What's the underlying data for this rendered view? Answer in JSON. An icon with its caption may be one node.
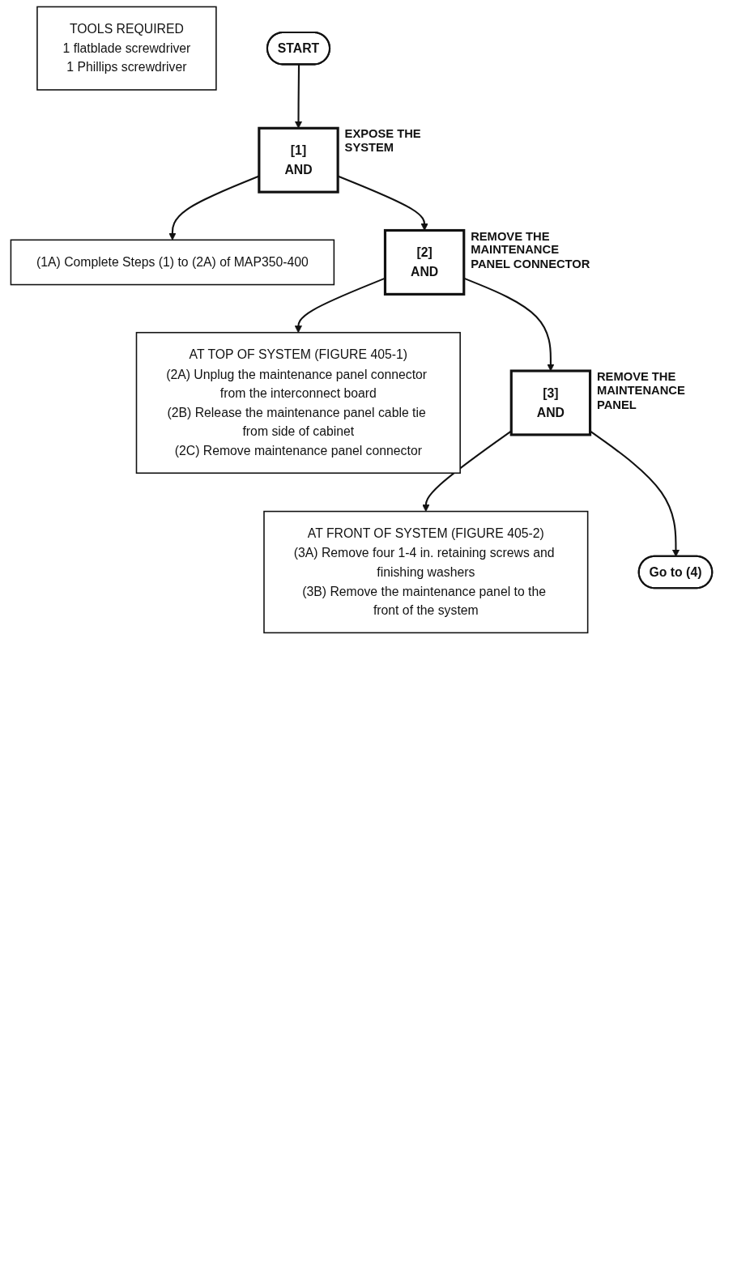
{
  "diagram": {
    "nodes": [
      {
        "text": [
          "TOOLS REQUIRED",
          "1 flatblade screwdriver",
          "1 Phillips screwdriver"
        ]
      },
      {
        "text": [
          "START"
        ]
      },
      {
        "text": [
          "[1]",
          "AND"
        ],
        "beside": [
          "EXPOSE THE SYSTEM"
        ]
      },
      {
        "text": [
          "(1A) Complete Steps (1) to (2A) of MAP350-400"
        ]
      },
      {
        "text": [
          "[2]",
          "AND"
        ],
        "beside": [
          "REMOVE THE MAINTENANCE PANEL CONNECTOR"
        ]
      },
      {
        "text": [
          "AT TOP OF SYSTEM (FIGURE 405-1)",
          "(2A) Unplug the maintenance panel connector from the interconnect board",
          "(2B) Release the maintenance panel cable tie from side of cabinet",
          "(2C) Remove maintenance panel connector"
        ]
      },
      {
        "text": [
          "[3]",
          "AND"
        ],
        "beside": [
          "REMOVE THE MAINTENANCE PANEL"
        ]
      },
      {
        "text": [
          "AT FRONT OF SYSTEM (FIGURE 405-2)",
          "(3A) Remove four 1-4 in. retaining screws and finishing washers",
          "(3B) Remove the maintenance panel to the front of the system"
        ]
      },
      {
        "text": [
          "Go to (4)"
        ]
      }
    ],
    "edges": [
      {
        "from": 1,
        "to": 2,
        "arrow": "to"
      },
      {
        "from": 2,
        "to": 3,
        "arrow": "to"
      },
      {
        "from": 2,
        "to": 4,
        "arrow": "to"
      },
      {
        "from": 4,
        "to": 5,
        "arrow": "to"
      },
      {
        "from": 4,
        "to": 6,
        "arrow": "to"
      },
      {
        "from": 6,
        "to": 7,
        "arrow": "to"
      },
      {
        "from": 6,
        "to": 8,
        "arrow": "to"
      }
    ]
  }
}
